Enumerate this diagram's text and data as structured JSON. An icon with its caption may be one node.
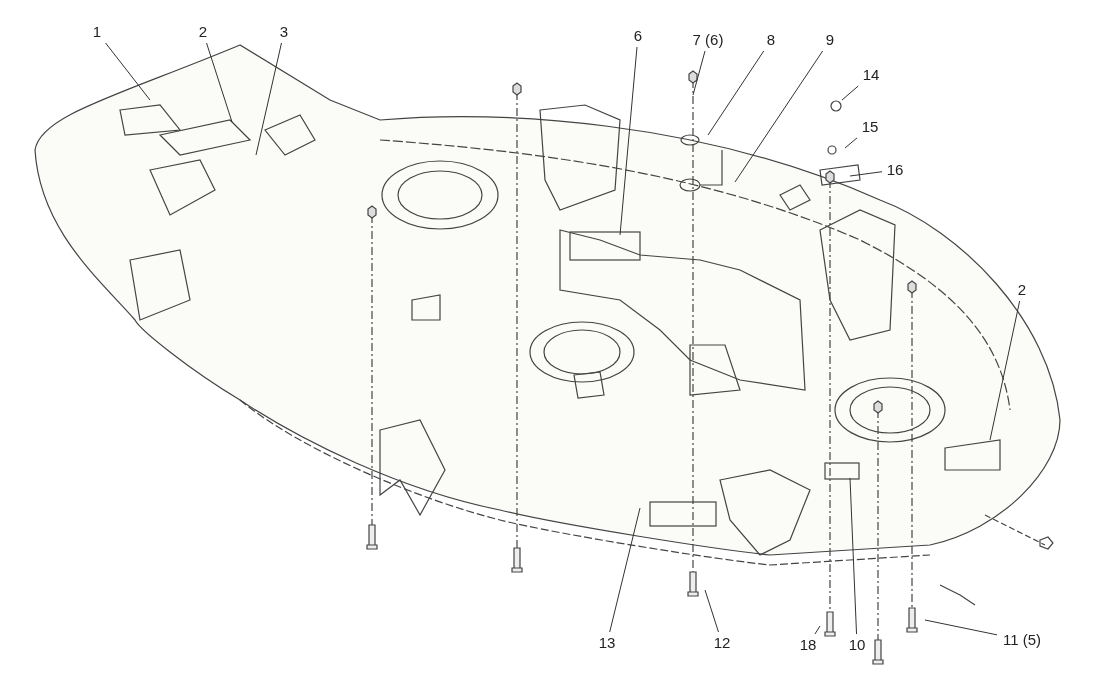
{
  "diagram": {
    "nodes": [
      {
        "text": [
          "1"
        ]
      },
      {
        "text": [
          "2"
        ]
      },
      {
        "text": [
          "3"
        ]
      },
      {
        "text": [
          "6"
        ]
      },
      {
        "text": [
          "7 (6)"
        ]
      },
      {
        "text": [
          "8"
        ]
      },
      {
        "text": [
          "9"
        ]
      },
      {
        "text": [
          "14"
        ]
      },
      {
        "text": [
          "15"
        ]
      },
      {
        "text": [
          "16"
        ]
      },
      {
        "text": [
          "2"
        ]
      },
      {
        "text": [
          "13"
        ]
      },
      {
        "text": [
          "12"
        ]
      },
      {
        "text": [
          "18"
        ]
      },
      {
        "text": [
          "10"
        ]
      },
      {
        "text": [
          "11 (5)"
        ]
      }
    ],
    "edges": [
      {
        "from": 0,
        "to": null,
        "arrow": "none"
      },
      {
        "from": 1,
        "to": null,
        "arrow": "none"
      },
      {
        "from": 2,
        "to": null,
        "arrow": "none"
      },
      {
        "from": 3,
        "to": null,
        "arrow": "none"
      },
      {
        "from": 4,
        "to": null,
        "arrow": "none"
      },
      {
        "from": 5,
        "to": null,
        "arrow": "none"
      },
      {
        "from": 6,
        "to": null,
        "arrow": "none"
      },
      {
        "from": 7,
        "to": null,
        "arrow": "none"
      },
      {
        "from": 8,
        "to": null,
        "arrow": "none"
      },
      {
        "from": 9,
        "to": null,
        "arrow": "none"
      },
      {
        "from": 10,
        "to": null,
        "arrow": "none"
      },
      {
        "from": 11,
        "to": null,
        "arrow": "none"
      },
      {
        "from": 12,
        "to": null,
        "arrow": "none"
      },
      {
        "from": 13,
        "to": null,
        "arrow": "none"
      },
      {
        "from": 14,
        "to": null,
        "arrow": "none"
      },
      {
        "from": 15,
        "to": null,
        "arrow": "none"
      }
    ]
  }
}
